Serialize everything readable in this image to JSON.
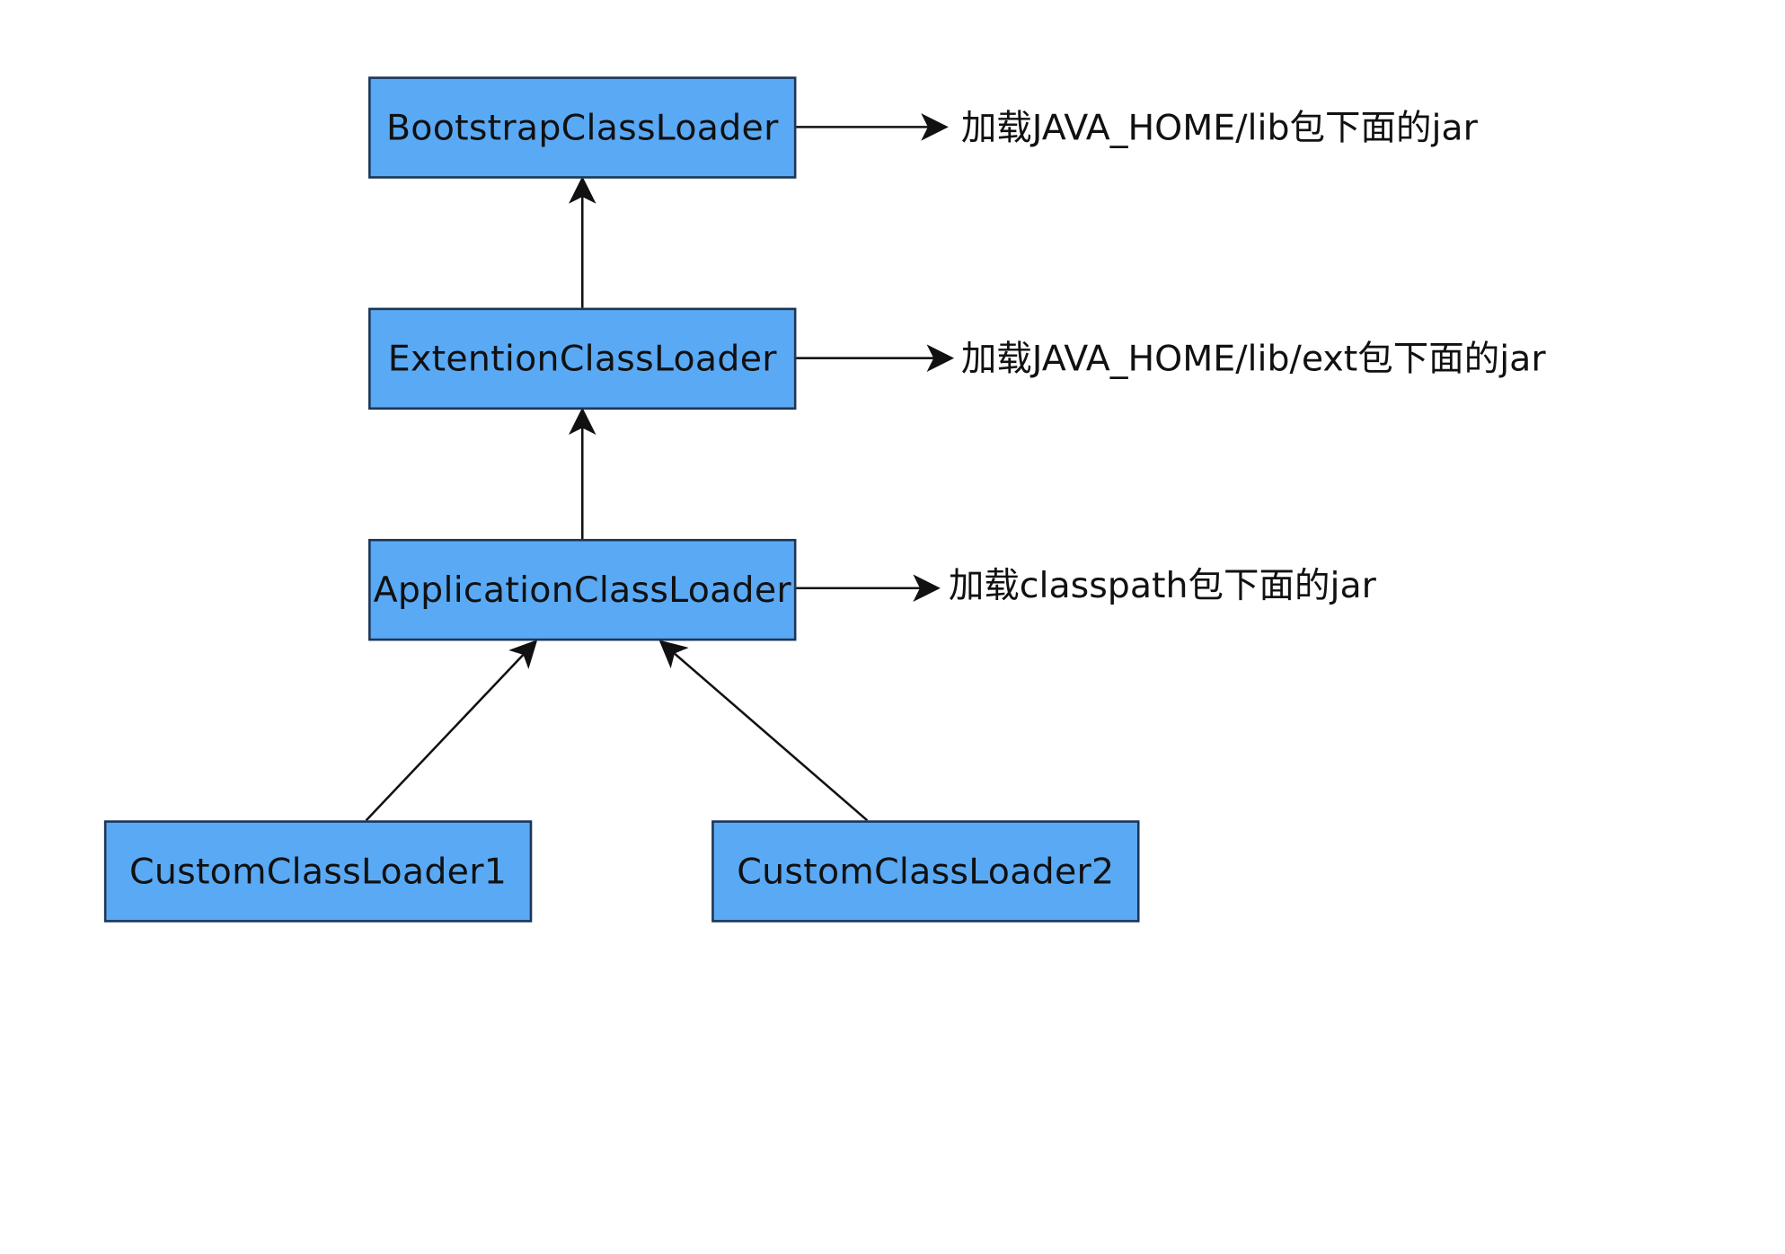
{
  "nodes": {
    "bootstrap": "BootstrapClassLoader",
    "extension": "ExtentionClassLoader",
    "application": "ApplicationClassLoader",
    "custom1": "CustomClassLoader1",
    "custom2": "CustomClassLoader2"
  },
  "notes": {
    "bootstrap": "加载JAVA_HOME/lib包下面的jar",
    "extension": "加载JAVA_HOME/lib/ext包下面的jar",
    "application": "加载classpath包下面的jar"
  },
  "colors": {
    "node_fill": "#5aa9f5",
    "node_border": "#1f3552",
    "text": "#111111",
    "background": "#ffffff"
  }
}
